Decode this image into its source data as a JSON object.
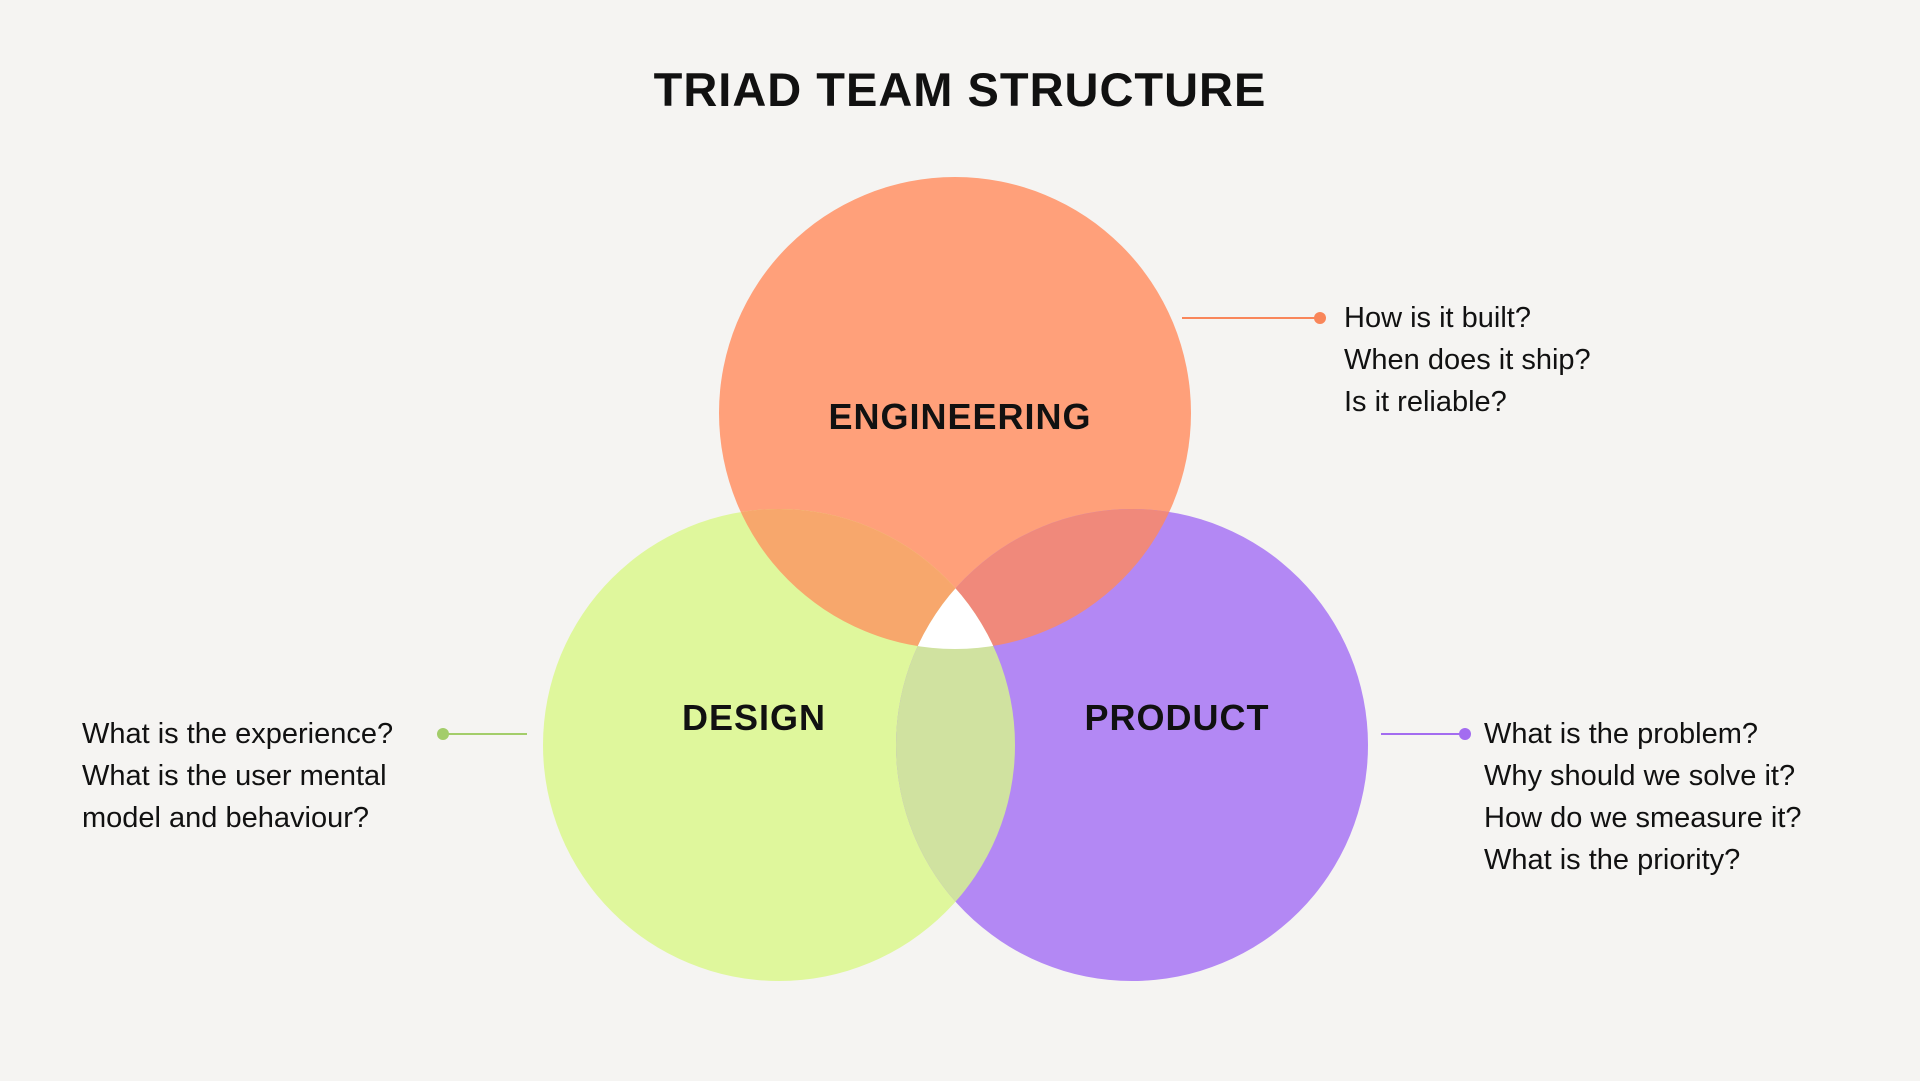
{
  "title": "TRIAD TEAM STRUCTURE",
  "colors": {
    "background": "#f5f4f2",
    "engineering": "#ffa07a",
    "design": "#dff79c",
    "product": "#b388f4",
    "engineering_design_overlap": "#f7a76c",
    "engineering_product_overlap": "#f0897b",
    "design_product_overlap": "#d0e2a0",
    "center_overlap": "#ffffff",
    "engineering_line": "#f9865a",
    "design_line": "#a3cd6a",
    "product_line": "#a36cf0"
  },
  "circles": {
    "engineering": {
      "label": "ENGINEERING",
      "notes": [
        "How is it built?",
        "When does it ship?",
        "Is it reliable?"
      ]
    },
    "design": {
      "label": "DESIGN",
      "notes": [
        "What is the experience?",
        "What is the user mental",
        "model and behaviour?"
      ]
    },
    "product": {
      "label": "PRODUCT",
      "notes": [
        "What is the problem?",
        "Why should we solve it?",
        "How do we smeasure it?",
        "What is the priority?"
      ]
    }
  }
}
